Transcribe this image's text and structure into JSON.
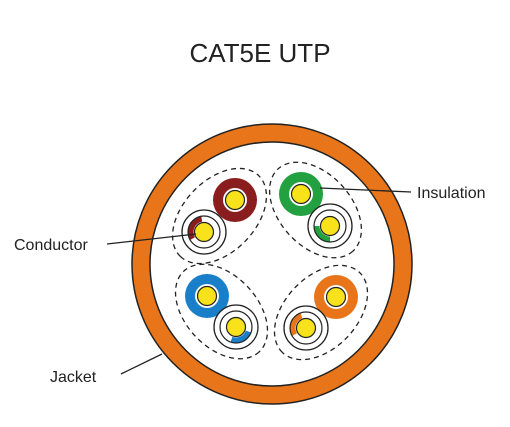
{
  "title": "CAT5E UTP",
  "labels": {
    "insulation": "Insulation",
    "conductor": "Conductor",
    "jacket": "Jacket"
  },
  "colors": {
    "jacket": "#e8751a",
    "conductor": "#f7e21b",
    "outline": "#222222",
    "background": "#ffffff"
  },
  "pairs": [
    {
      "name": "brown-pair",
      "color": "#8a1d1d"
    },
    {
      "name": "green-pair",
      "color": "#23a03f"
    },
    {
      "name": "blue-pair",
      "color": "#1a7fc9"
    },
    {
      "name": "orange-pair",
      "color": "#e8751a"
    }
  ]
}
